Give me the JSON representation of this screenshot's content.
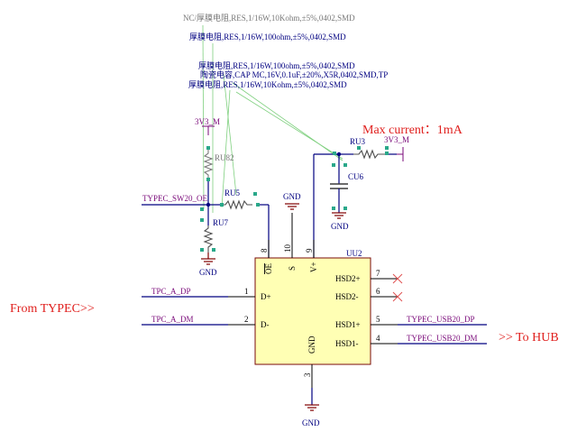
{
  "annotations": {
    "nc_resistor": "NC/厚膜电阻,RES,1/16W,10Kohm,±5%,0402,SMD",
    "resistor_100ohm_a": "厚膜电阻,RES,1/16W,100ohm,±5%,0402,SMD",
    "resistor_100ohm_b": "厚膜电阻,RES,1/16W,100ohm,±5%,0402,SMD",
    "capacitor": "陶瓷电容,CAP MC,16V,0.1uF,±20%,X5R,0402,SMD,TP",
    "resistor_10k": "厚膜电阻,RES,1/16W,10Kohm,±5%,0402,SMD"
  },
  "notes": {
    "max_current": "Max current：1mA",
    "from_typec": "From TYPEC>>",
    "to_hub": ">> To HUB"
  },
  "nets": {
    "v3v3_left": "3V3_M",
    "v3v3_right": "3V3_M",
    "sw20": "TYPEC_SW20_OE",
    "tpc_dp": "TPC_A_DP",
    "tpc_dm": "TPC_A_DM",
    "usb_dp": "TYPEC_USB20_DP",
    "usb_dm": "TYPEC_USB20_DM"
  },
  "designators": {
    "ru82": "RU82",
    "ru5": "RU5",
    "ru7": "RU7",
    "ru3": "RU3",
    "cu6": "CU6",
    "uu2": "UU2"
  },
  "ground_labels": [
    "GND",
    "GND",
    "GND",
    "GND"
  ],
  "chip": {
    "pin_numbers": {
      "p8": "8",
      "p10": "10",
      "p9": "9",
      "p1": "1",
      "p2": "2",
      "p7": "7",
      "p6": "6",
      "p5": "5",
      "p4": "4",
      "p3": "3"
    },
    "pin_names": {
      "oe": "OE",
      "s": "S",
      "vplus": "V+",
      "dplus": "D+",
      "dminus": "D-",
      "gnd": "GND",
      "hsd2p": "HSD2+",
      "hsd2m": "HSD2-",
      "hsd1p": "HSD1+",
      "hsd1m": "HSD1-"
    }
  },
  "colors": {
    "wire": "#000080",
    "ground": "#800000",
    "note": "#e0201e",
    "chip_fill": "#ffffb4",
    "net_label": "#7a0a7a"
  }
}
